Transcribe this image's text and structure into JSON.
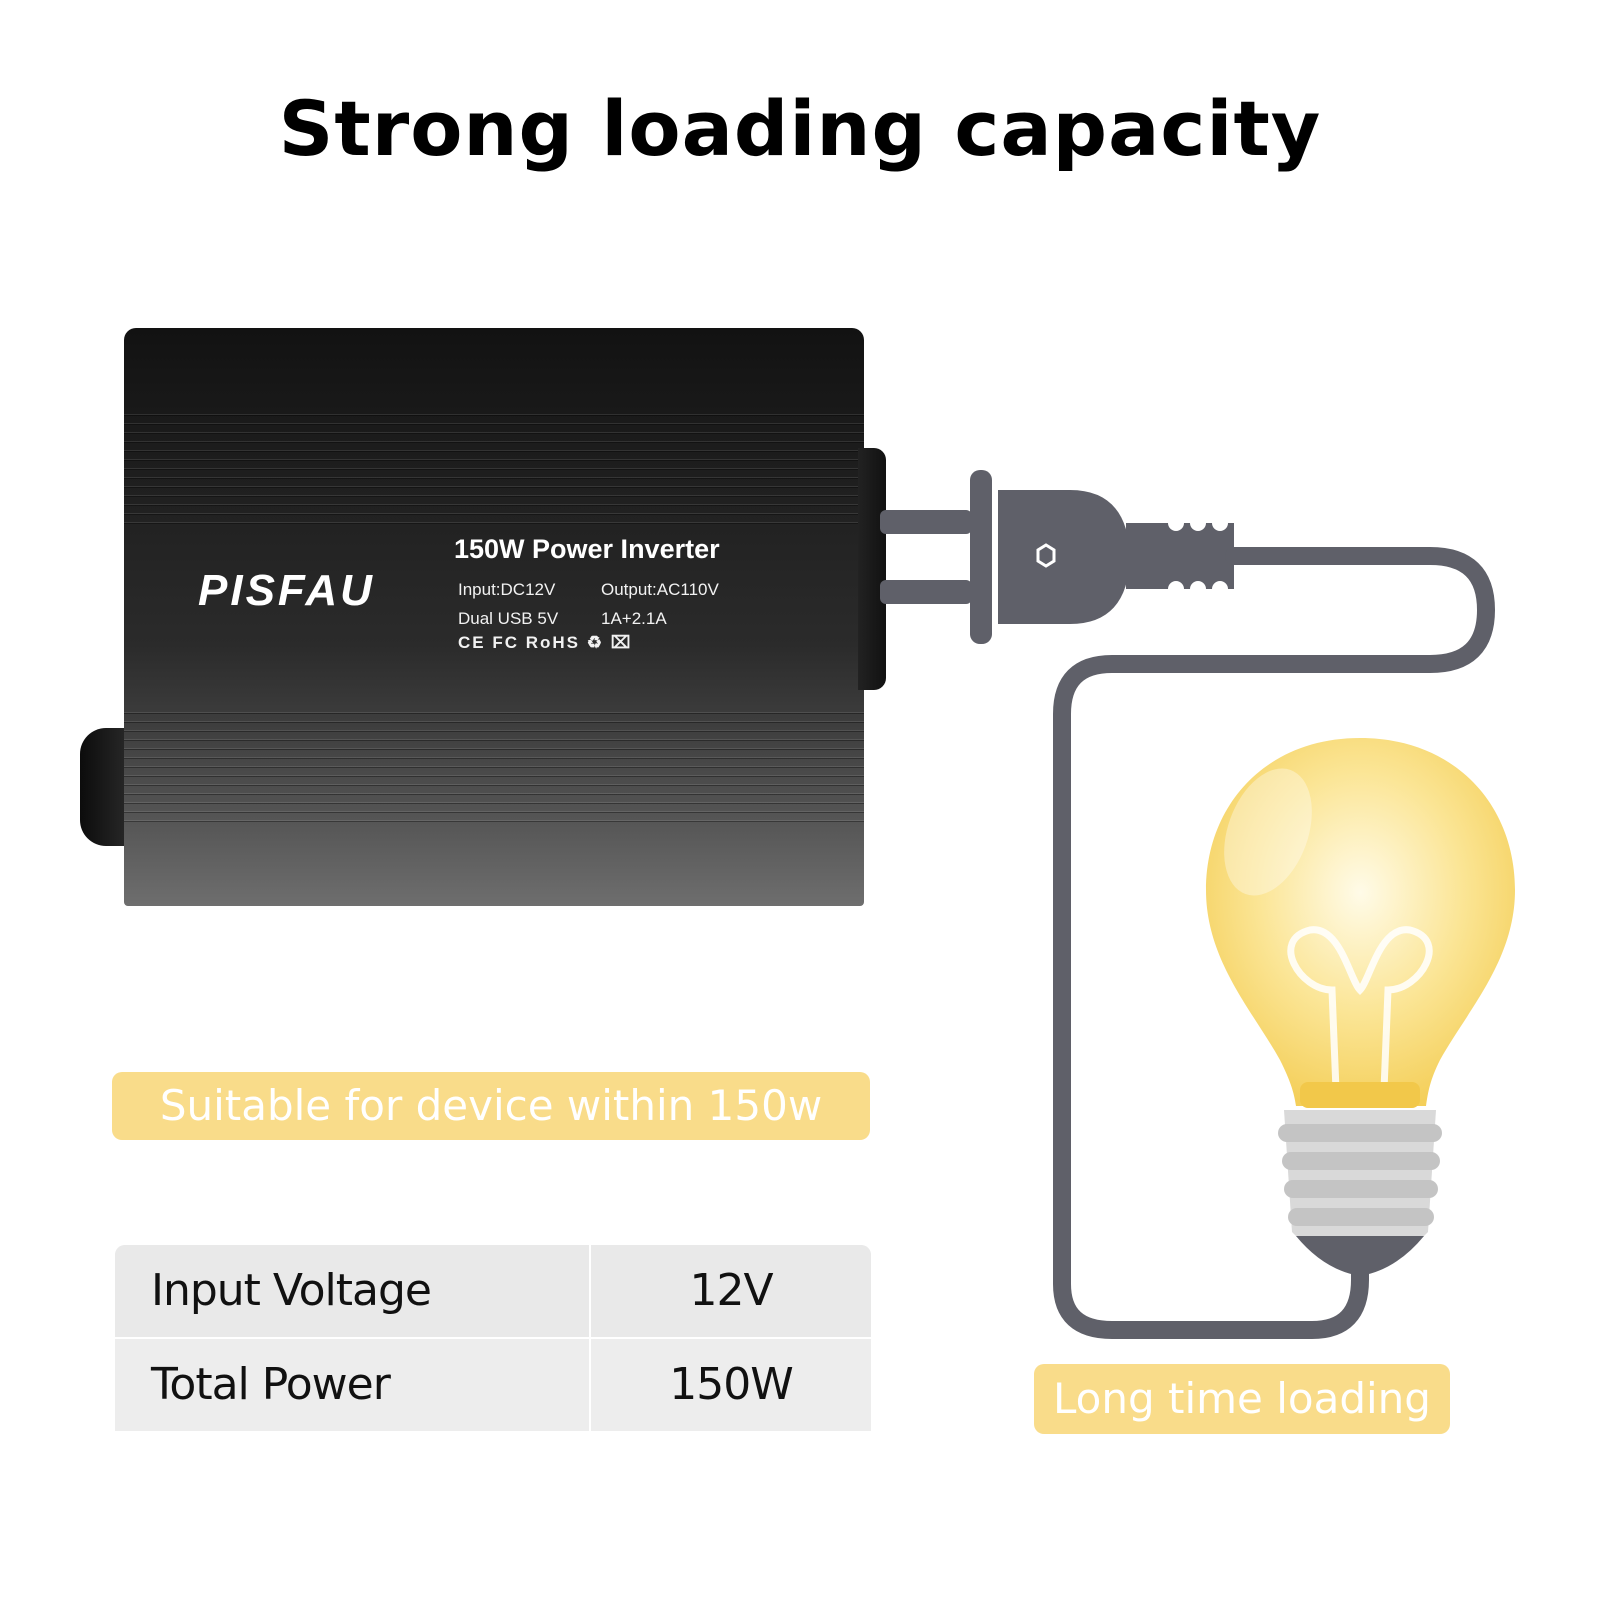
{
  "title": "Strong loading capacity",
  "product": {
    "brand": "PISFAU",
    "model": "150W Power Inverter",
    "input_spec": "Input:DC12V",
    "output_spec": "Output:AC110V",
    "usb_spec": "Dual  USB  5V",
    "usb_current": "1A+2.1A",
    "certifications": "CE FC RoHS"
  },
  "badges": {
    "device_limit": "Suitable for device within 150w",
    "long_loading": "Long time loading"
  },
  "specs": [
    {
      "label": "Input Voltage",
      "value": "12V"
    },
    {
      "label": "Total Power",
      "value": "150W"
    }
  ],
  "colors": {
    "badge": "#f9dc8a",
    "cord": "#5f6069",
    "bulb": "#f8dc7c",
    "bulb_base": "#d8d8d8"
  },
  "icons": [
    "recycle-icon",
    "weee-bin-icon",
    "plug-icon",
    "light-bulb-icon"
  ]
}
